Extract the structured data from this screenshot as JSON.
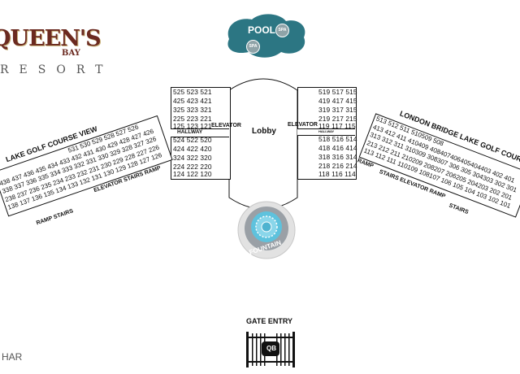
{
  "logo": {
    "main": "QUEEN'S",
    "bay": "BAY",
    "resort": "RESORT"
  },
  "pool": {
    "label": "POOL",
    "spa_top": "SPA",
    "spa_bottom": "SPA"
  },
  "lobby": {
    "label": "Lobby"
  },
  "west_building": {
    "upper_rows": [
      "525 523 521",
      "425 423 421",
      "325 323 321",
      "225 223 221",
      "125 123 121"
    ],
    "hallway": "HALLWAY",
    "elevator": "ELEVATOR",
    "lower_rows": [
      "524 522 520",
      "424 422 420",
      "324 322 320",
      "224 222 220",
      "124 122 120"
    ]
  },
  "east_building": {
    "upper_rows": [
      "519 517 515",
      "419 417 415",
      "319 317 315",
      "219 217 215",
      "119 117 115"
    ],
    "hallway": "HALLWAY",
    "elevator": "ELEVATOR",
    "lower_rows": [
      "518 516 514",
      "418 416 414",
      "318 316 314",
      "218 216 214",
      "118 116 114"
    ]
  },
  "lake_wing": {
    "title": "LAKE GOLF COURSE VIEW",
    "rows": [
      "531 530 529 528 527 526",
      "438 437 436 435 434 433 432 431 430 429 428 427 426",
      "338 337 336 335 334 333 332 331 330 329 328 327 326",
      "238 237 236 235 234 233 232 231 230 229 228 227 226",
      "138 137 136 135 134 133 132 131 130 129 128 127 126"
    ],
    "bottom_right": "ELEVATOR  STAIRS RAMP",
    "bottom_left": "RAMP STAIRS"
  },
  "london_wing": {
    "title": "LONDON BRIDGE  LAKE GOLF COURSE",
    "rows": [
      "513 512  511 510509 508",
      "413 412  411 410409 408407406405404403 402 401",
      "313 312  311 310309 308307 306 305 304303 302 301",
      "213 212  211 210209 208207 206205 204203 202 201",
      "113 112  111 110109 108107 106 105 104 103 102 101"
    ],
    "bottom_left": "RAMP",
    "bottom_mid": "STAIRS ELEVATOR  RAMP",
    "bottom_right": "STAIRS"
  },
  "fountain": {
    "label": "FOUNTAIN"
  },
  "gate": {
    "label": "GATE ENTRY",
    "badge": "QB"
  },
  "corner_mark": "HAR"
}
